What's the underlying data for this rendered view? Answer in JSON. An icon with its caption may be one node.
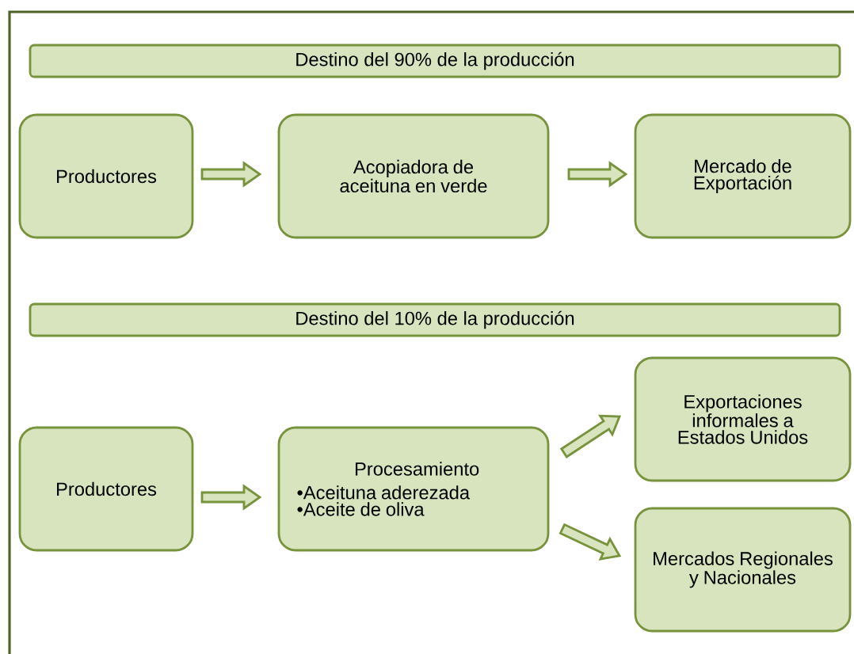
{
  "diagram": {
    "nodes": [
      {
        "text": [
          "Destino del 90% de la producción"
        ]
      },
      {
        "text": [
          "Productores"
        ]
      },
      {
        "text": [
          "Acopiadora de aceituna en verde"
        ]
      },
      {
        "text": [
          "Mercado de Exportación"
        ]
      },
      {
        "text": [
          "Destino del 10% de la producción"
        ]
      },
      {
        "text": [
          "Productores"
        ]
      },
      {
        "text": [
          "Procesamiento",
          "•Aceituna aderezada",
          "•Aceite de oliva"
        ]
      },
      {
        "text": [
          "Exportaciones informales a Estados Unidos"
        ]
      },
      {
        "text": [
          "Mercados Regionales y Nacionales"
        ]
      }
    ],
    "edges": [
      {
        "from": 1,
        "to": 2,
        "arrow": "to"
      },
      {
        "from": 2,
        "to": 3,
        "arrow": "to"
      },
      {
        "from": 5,
        "to": 6,
        "arrow": "to"
      },
      {
        "from": 6,
        "to": 7,
        "arrow": "to"
      },
      {
        "from": 6,
        "to": 8,
        "arrow": "to"
      }
    ]
  }
}
